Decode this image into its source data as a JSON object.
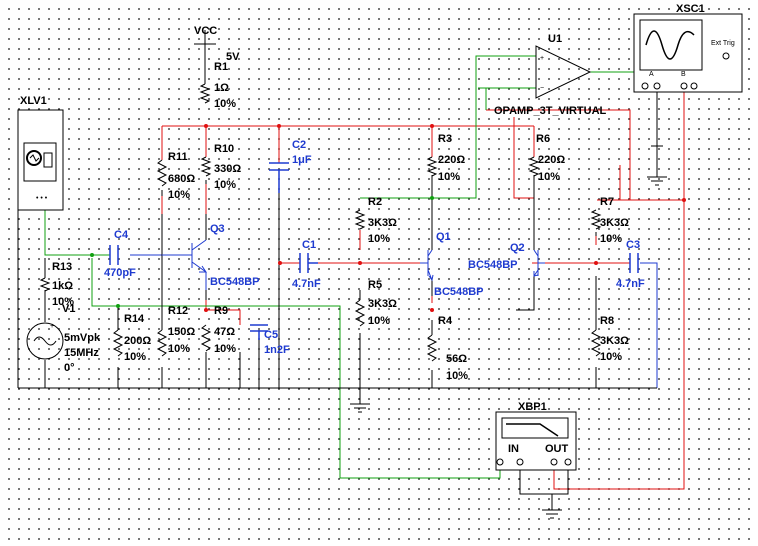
{
  "supply": {
    "label": "VCC",
    "voltage": "5V"
  },
  "resistors": [
    {
      "ref": "R1",
      "value": "1Ω",
      "tol": "10%"
    },
    {
      "ref": "R10",
      "value": "330Ω",
      "tol": "10%"
    },
    {
      "ref": "R11",
      "value": "680Ω",
      "tol": "10%"
    },
    {
      "ref": "R3",
      "value": "220Ω",
      "tol": "10%"
    },
    {
      "ref": "R6",
      "value": "220Ω",
      "tol": "10%"
    },
    {
      "ref": "R2",
      "value": "3K3Ω",
      "tol": "10%"
    },
    {
      "ref": "R7",
      "value": "3K3Ω",
      "tol": "10%"
    },
    {
      "ref": "R13",
      "value": "1kΩ",
      "tol": "10%"
    },
    {
      "ref": "R14",
      "value": "200Ω",
      "tol": "10%"
    },
    {
      "ref": "R12",
      "value": "150Ω",
      "tol": "10%"
    },
    {
      "ref": "R9",
      "value": "47Ω",
      "tol": "10%"
    },
    {
      "ref": "R5",
      "value": "3K3Ω",
      "tol": "10%"
    },
    {
      "ref": "R4",
      "value": "56Ω",
      "tol": "10%"
    },
    {
      "ref": "R8",
      "value": "3K3Ω",
      "tol": "10%"
    }
  ],
  "capacitors": [
    {
      "ref": "C2",
      "value": "1μF"
    },
    {
      "ref": "C4",
      "value": "470pF"
    },
    {
      "ref": "C1",
      "value": "4.7nF"
    },
    {
      "ref": "C3",
      "value": "4.7nF"
    },
    {
      "ref": "C5",
      "value": "1n2F"
    }
  ],
  "transistors": [
    {
      "ref": "Q3",
      "model": "BC548BP"
    },
    {
      "ref": "Q1",
      "model": "BC548BP"
    },
    {
      "ref": "Q2",
      "model": "BC548BP"
    }
  ],
  "source": {
    "ref": "V1",
    "amplitude": "5mVpk",
    "frequency": "15MHz",
    "phase": "0°"
  },
  "opamp": {
    "ref": "U1",
    "model": "OPAMP_3T_VIRTUAL"
  },
  "instruments": {
    "xlv": "XLV1",
    "xsc": {
      "ref": "XSC1",
      "ext_trig": "Ext Trig",
      "ch_a": "A",
      "ch_b": "B"
    },
    "xbp": {
      "ref": "XBP1",
      "in": "IN",
      "out": "OUT"
    }
  },
  "colors": {
    "wire_red": "#e01010",
    "wire_green": "#10a010",
    "wire_blue": "#1f3bd0",
    "wire_black": "#000000"
  }
}
